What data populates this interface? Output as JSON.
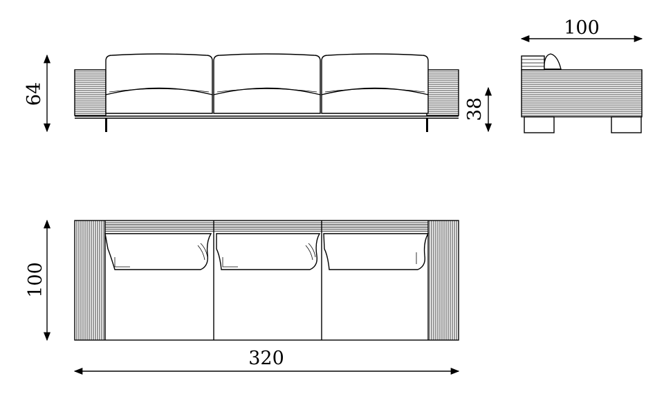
{
  "dimensions": {
    "front_height": "64",
    "seat_height": "38",
    "side_depth": "100",
    "plan_depth": "100",
    "overall_width": "320"
  },
  "colors": {
    "line": "#000000",
    "background": "#ffffff"
  }
}
